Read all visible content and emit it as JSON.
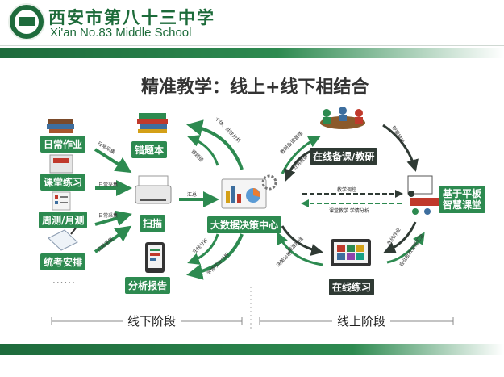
{
  "header": {
    "school_name": "西安市第八十三中学",
    "school_name_en": "Xi'an No.83 Middle School"
  },
  "title": "精准教学：线上+线下相结合",
  "sources": [
    {
      "label": "日常作业",
      "arrow_label": "日常采集"
    },
    {
      "label": "课堂练习",
      "arrow_label": "日常采集"
    },
    {
      "label": "周测/月测",
      "arrow_label": "日常采集"
    },
    {
      "label": "统考安排",
      "arrow_label": "日常采集"
    }
  ],
  "sources_more": "......",
  "offline": {
    "wrong_book": "错题本",
    "scan": "扫描",
    "report": "分析报告",
    "arrow_summary": "汇总",
    "arrow_wrong": "错题错",
    "arrow_personal": "个体、共性分析",
    "arrow_report_online": "在线分析",
    "arrow_report_study": "学情学业分析"
  },
  "center": {
    "label": "大数据决策中心"
  },
  "online": {
    "prep": "在线备课/教研",
    "classroom_line1": "基于平板",
    "classroom_line2": "智慧课堂",
    "practice": "在线练习",
    "arrow_prep_1": "教研备课管理",
    "arrow_prep_2": "分层教研",
    "arrow_prep_class": "按需推送",
    "arrow_center_class": "教学调控",
    "arrow_class_center": "课堂教学  学情分析",
    "arrow_practice_1": "精准推送",
    "arrow_practice_2": "决策诊断",
    "arrow_class_practice_1": "在线作业",
    "arrow_class_practice_2": "自动批改智能汇总"
  },
  "stages": {
    "offline": "线下阶段",
    "online": "线上阶段"
  },
  "colors": {
    "brand_green": "#2d8a50",
    "dark_label": "#2f3a34",
    "header_green": "#1e6b3c"
  }
}
